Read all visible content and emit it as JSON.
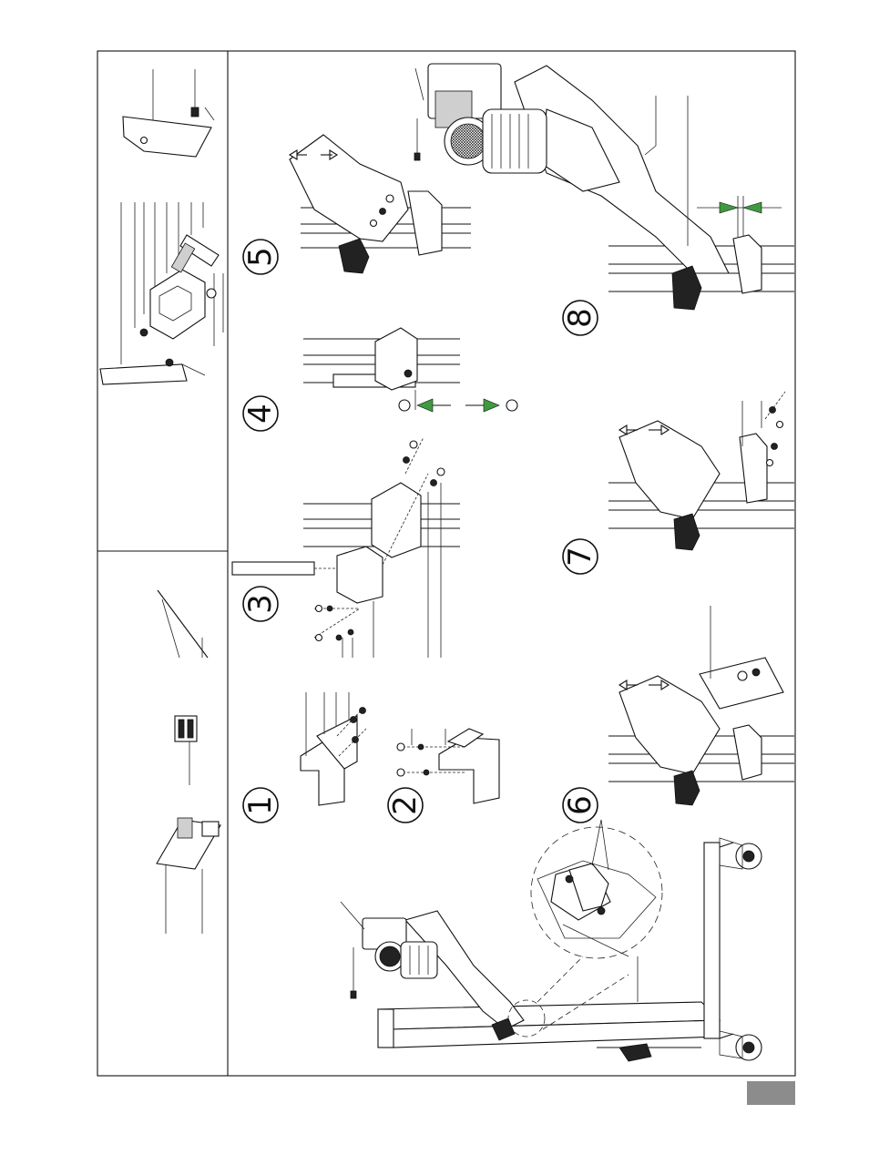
{
  "steps": [
    {
      "num": "1"
    },
    {
      "num": "2"
    },
    {
      "num": "3"
    },
    {
      "num": "4"
    },
    {
      "num": "5"
    },
    {
      "num": "6"
    },
    {
      "num": "7"
    },
    {
      "num": "8"
    }
  ],
  "colors": {
    "line": "#111111",
    "arrow_green": "#3f9a3f",
    "page_tab": "#8c8c8c"
  }
}
